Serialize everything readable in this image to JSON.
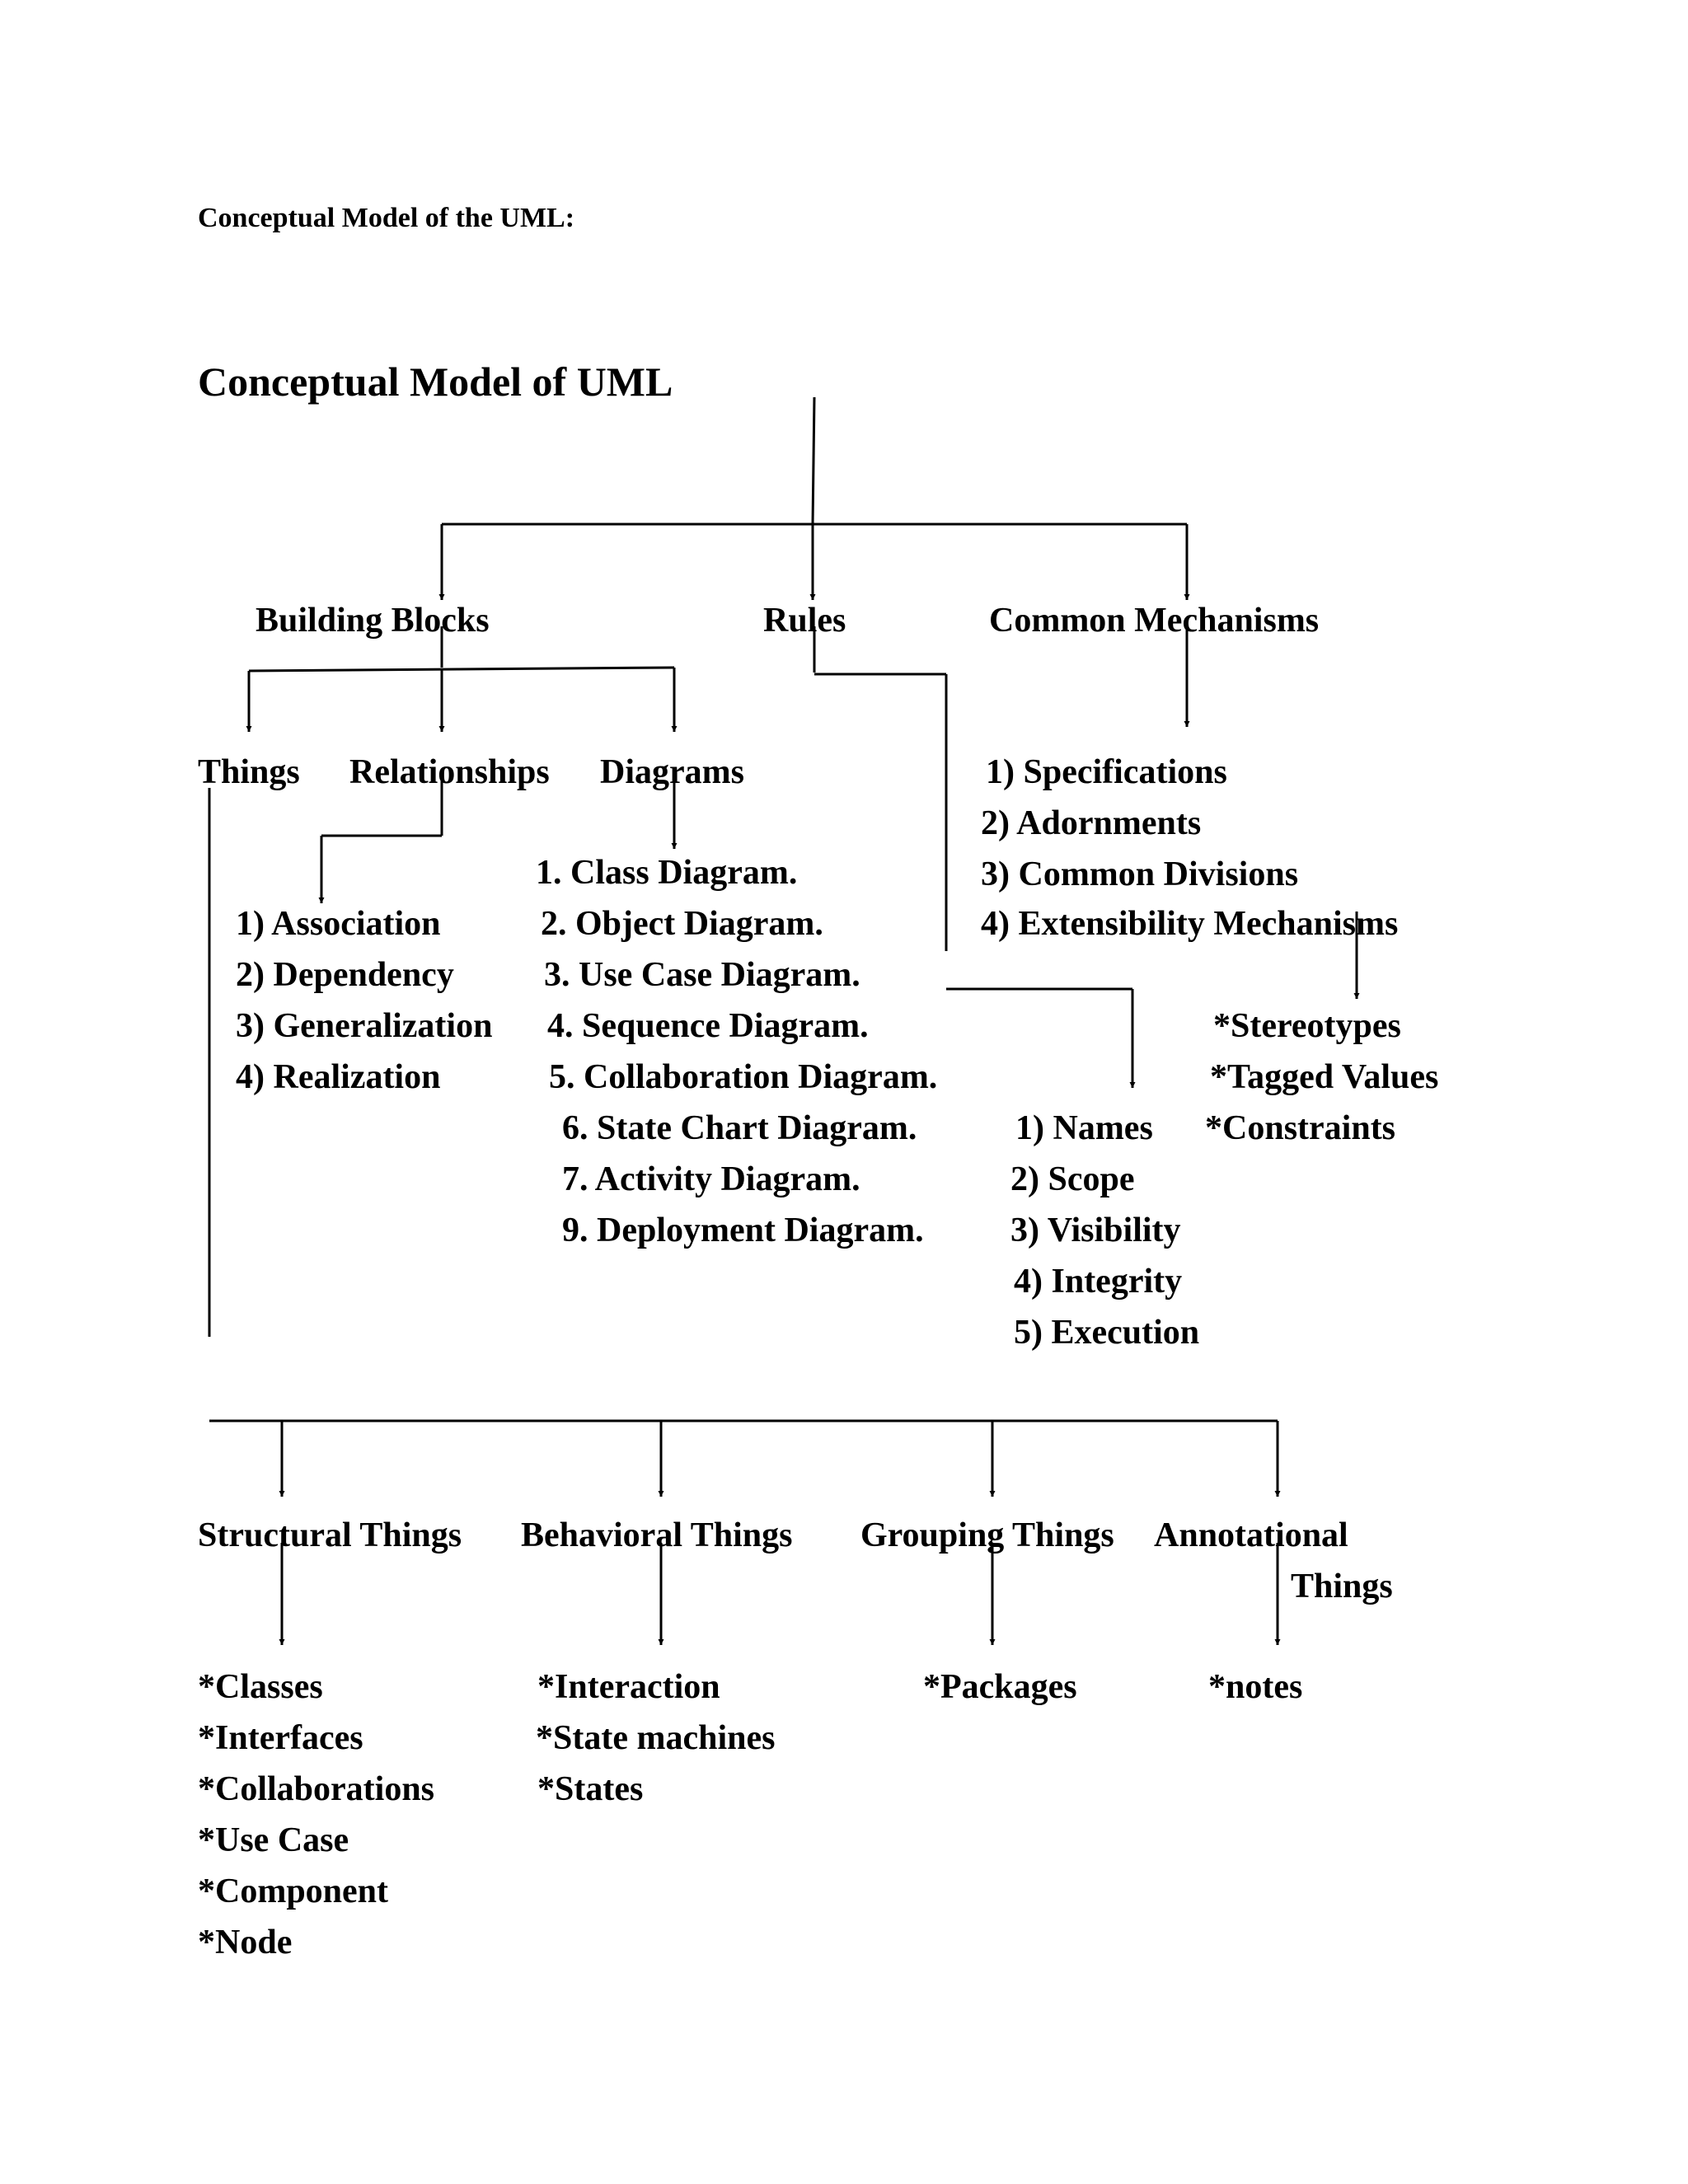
{
  "doc_heading": "Conceptual Model of the UML:",
  "diagram_title": "Conceptual Model of UML",
  "level1": {
    "building_blocks": "Building Blocks",
    "rules": "Rules",
    "common_mechanisms": "Common Mechanisms"
  },
  "building_blocks": {
    "things": "Things",
    "relationships": "Relationships",
    "diagrams": "Diagrams"
  },
  "relationships_list": [
    "1) Association",
    "2) Dependency",
    "3) Generalization",
    "4) Realization"
  ],
  "diagrams_list": [
    "1. Class Diagram.",
    "2. Object Diagram.",
    "3. Use Case Diagram.",
    "4. Sequence Diagram.",
    "5. Collaboration Diagram.",
    "6. State Chart Diagram.",
    "7. Activity Diagram.",
    "9. Deployment Diagram."
  ],
  "common_mechanisms_list": [
    "1) Specifications",
    "2) Adornments",
    "3) Common Divisions",
    "4) Extensibility Mechanisms"
  ],
  "extensibility_list": [
    "*Stereotypes",
    "*Tagged Values",
    "*Constraints"
  ],
  "rules_list": [
    "1) Names",
    "2) Scope",
    "3) Visibility",
    "4) Integrity",
    "5) Execution"
  ],
  "things_kinds": {
    "structural": "Structural Things",
    "behavioral": "Behavioral Things",
    "grouping": "Grouping Things",
    "annotational_line1": "Annotational",
    "annotational_line2": "Things"
  },
  "structural_list": [
    "*Classes",
    "*Interfaces",
    "*Collaborations",
    "*Use Case",
    "*Component",
    "*Node"
  ],
  "behavioral_list": [
    "*Interaction",
    "*State machines",
    "*States"
  ],
  "grouping_list": [
    "*Packages"
  ],
  "annotational_list": [
    "*notes"
  ]
}
